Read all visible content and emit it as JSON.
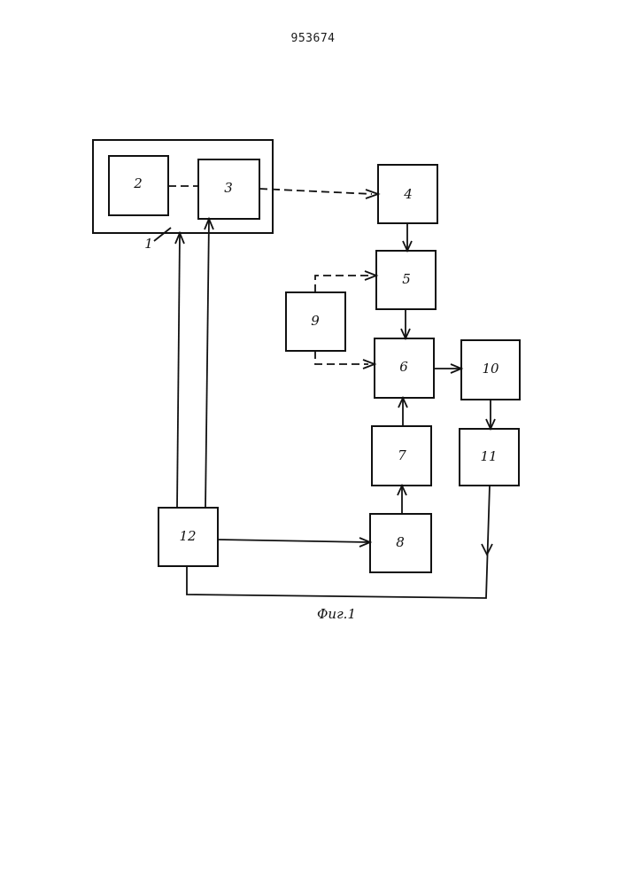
{
  "document": {
    "patent_number": "953674",
    "figure_caption": "Фиг.1"
  },
  "diagram": {
    "container_label": "1",
    "blocks": [
      "2",
      "3",
      "4",
      "5",
      "6",
      "7",
      "8",
      "9",
      "10",
      "11",
      "12"
    ],
    "connections": [
      {
        "from": "2",
        "to": "3",
        "style": "dashed"
      },
      {
        "from": "3",
        "to": "4",
        "style": "dashed"
      },
      {
        "from": "4",
        "to": "5",
        "style": "solid"
      },
      {
        "from": "9",
        "to": "5",
        "style": "dashed"
      },
      {
        "from": "9",
        "to": "6",
        "style": "dashed"
      },
      {
        "from": "5",
        "to": "6",
        "style": "solid"
      },
      {
        "from": "7",
        "to": "6",
        "style": "solid"
      },
      {
        "from": "8",
        "to": "7",
        "style": "solid"
      },
      {
        "from": "6",
        "to": "10",
        "style": "solid"
      },
      {
        "from": "10",
        "to": "11",
        "style": "solid"
      },
      {
        "from": "12",
        "to": "8",
        "style": "solid"
      },
      {
        "from": "12",
        "to": "1",
        "style": "solid"
      },
      {
        "from": "12",
        "to": "3",
        "style": "solid"
      },
      {
        "from": "11",
        "to": "12",
        "style": "solid"
      }
    ]
  }
}
